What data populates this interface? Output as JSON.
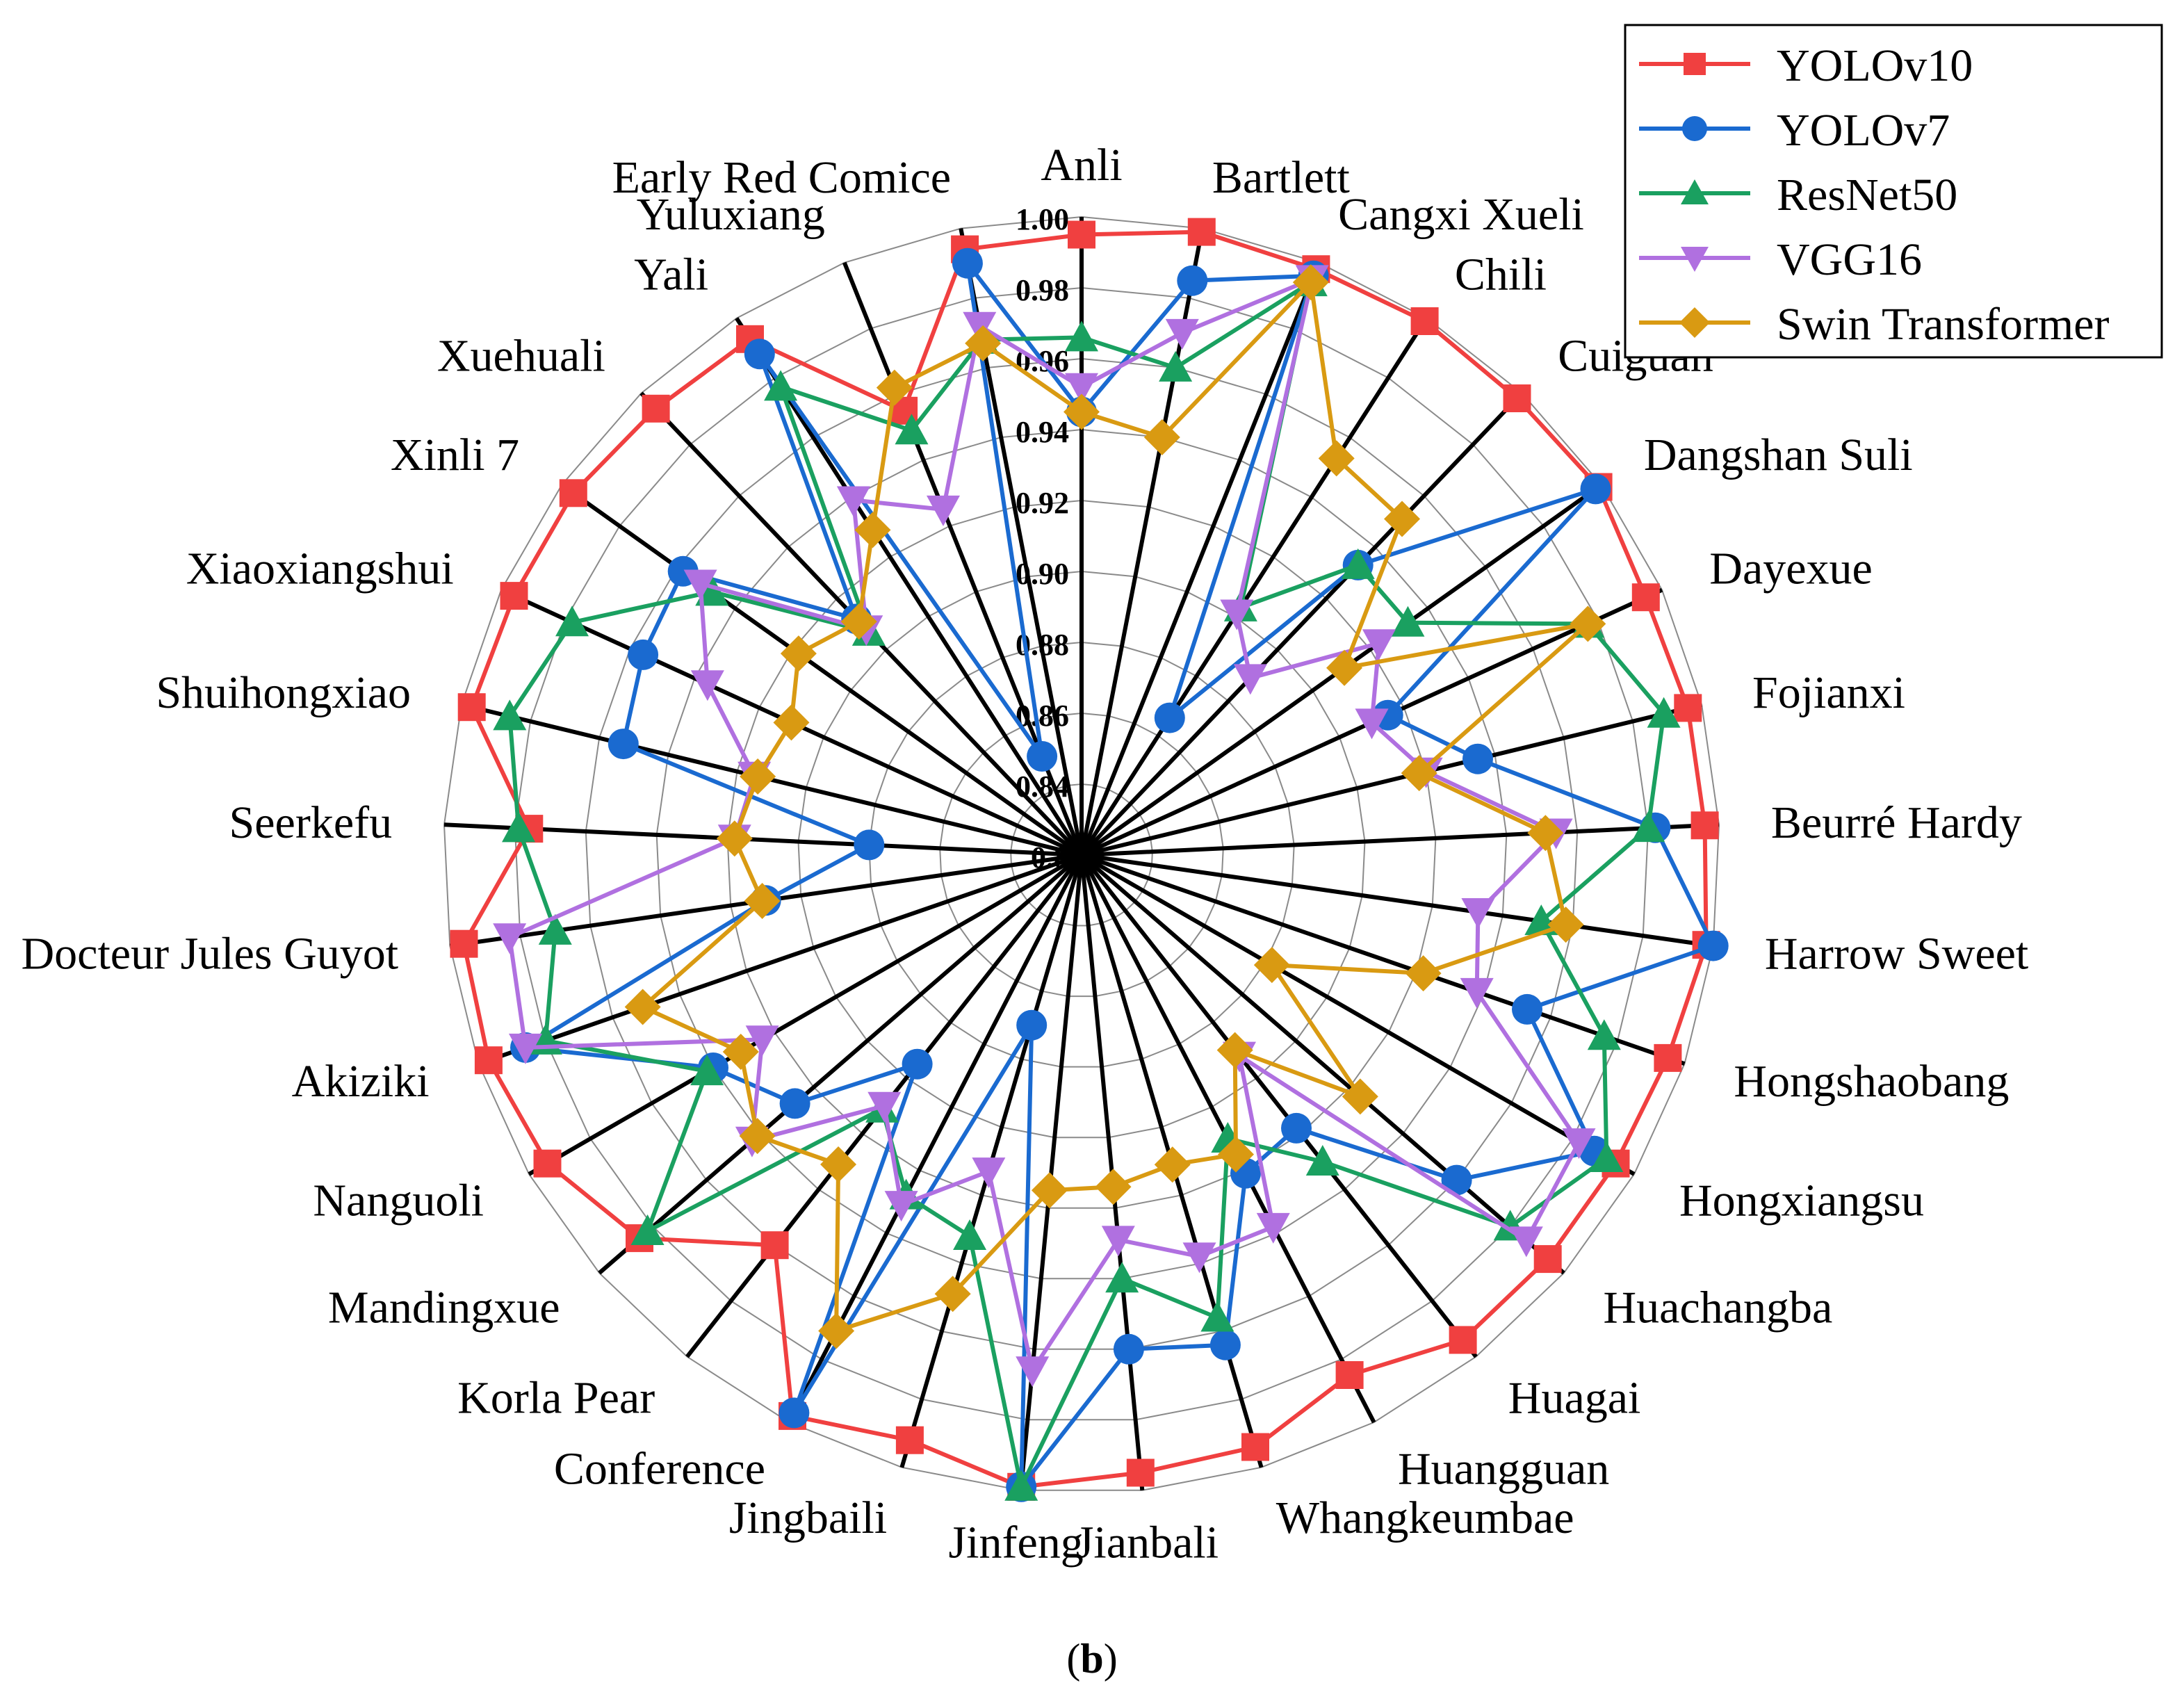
{
  "chart_data": {
    "type": "radar",
    "caption": "(b)",
    "caption_letter": "b",
    "rlim": [
      0.82,
      1.0
    ],
    "rticks": [
      "0.8",
      "0.84",
      "0.86",
      "0.88",
      "0.90",
      "0.92",
      "0.94",
      "0.96",
      "0.98",
      "1.00"
    ],
    "grid": true,
    "legend_position": "top-right",
    "categories": [
      "Anli",
      "Bartlett",
      "Cangxi Xueli",
      "Chili",
      "Cuiguan",
      "Dangshan Suli",
      "Dayexue",
      "Fojianxi",
      "Beurré Hardy",
      "Harrow Sweet",
      "Hongshaobang",
      "Hongxiangsu",
      "Huachangba",
      "Huagai",
      "Huangguan",
      "Whangkeumbae",
      "Jianbali",
      "Jinfeng",
      "Jingbaili",
      "Conference",
      "Korla Pear",
      "Mandingxue",
      "Nanguoli",
      "Akiziki",
      "Docteur Jules Guyot",
      "Seerkefu",
      "Shuihongxiao",
      "Xiaoxiangshui",
      "Xinli 7",
      "Xuehuali",
      "Yali",
      "Yuluxiang",
      "Early Red Comice"
    ],
    "series": [
      {
        "name": "YOLOv10",
        "color": "#f04040",
        "marker": "square",
        "values": [
          0.995,
          0.999,
          0.998,
          0.999,
          0.998,
          0.999,
          0.995,
          0.996,
          0.996,
          0.998,
          0.995,
          0.994,
          0.994,
          0.994,
          0.985,
          0.994,
          0.995,
          0.999,
          0.992,
          0.998,
          0.96,
          0.985,
          0.994,
          0.997,
          0.996,
          0.976,
          0.997,
          0.996,
          0.996,
          0.994,
          0.993,
          0.955,
          0.994
        ]
      },
      {
        "name": "YOLOv7",
        "color": "#1a6ad0",
        "marker": "circle",
        "values": [
          0.945,
          0.985,
          0.996,
          0.866,
          0.933,
          0.998,
          0.915,
          0.935,
          0.982,
          1.0,
          0.953,
          0.987,
          0.96,
          0.918,
          0.921,
          0.964,
          0.96,
          0.999,
          0.87,
          0.997,
          0.895,
          0.927,
          0.94,
          0.986,
          0.91,
          0.88,
          0.953,
          0.956,
          0.958,
          0.912,
          0.988,
          0.85,
          0.99
        ]
      },
      {
        "name": "ResNet50",
        "color": "#1aa060",
        "marker": "triangle-up",
        "values": [
          0.966,
          0.96,
          0.994,
          0.903,
          0.933,
          0.933,
          0.977,
          0.989,
          0.98,
          0.951,
          0.976,
          0.991,
          0.98,
          0.93,
          0.91,
          0.956,
          0.94,
          0.999,
          0.932,
          0.928,
          0.911,
          0.982,
          0.942,
          0.98,
          0.97,
          0.979,
          0.986,
          0.978,
          0.948,
          0.907,
          0.977,
          0.949,
          0.968
        ]
      },
      {
        "name": "VGG16",
        "color": "#b070e0",
        "marker": "triangle-down",
        "values": [
          0.952,
          0.97,
          0.995,
          0.901,
          0.889,
          0.923,
          0.91,
          0.92,
          0.954,
          0.933,
          0.938,
          0.982,
          0.986,
          0.892,
          0.938,
          0.938,
          0.929,
          0.966,
          0.913,
          0.931,
          0.91,
          0.943,
          0.924,
          0.986,
          0.983,
          0.918,
          0.915,
          0.936,
          0.952,
          0.908,
          0.939,
          0.925,
          0.972
        ]
      },
      {
        "name": "Swin Transformer",
        "color": "#d99a12",
        "marker": "diamond",
        "values": [
          0.945,
          0.94,
          0.994,
          0.953,
          0.951,
          0.911,
          0.977,
          0.918,
          0.951,
          0.958,
          0.922,
          0.882,
          0.924,
          0.89,
          0.915,
          0.911,
          0.914,
          0.915,
          0.949,
          0.971,
          0.931,
          0.941,
          0.931,
          0.951,
          0.911,
          0.918,
          0.914,
          0.91,
          0.918,
          0.911,
          0.929,
          0.962,
          0.967
        ]
      }
    ]
  }
}
